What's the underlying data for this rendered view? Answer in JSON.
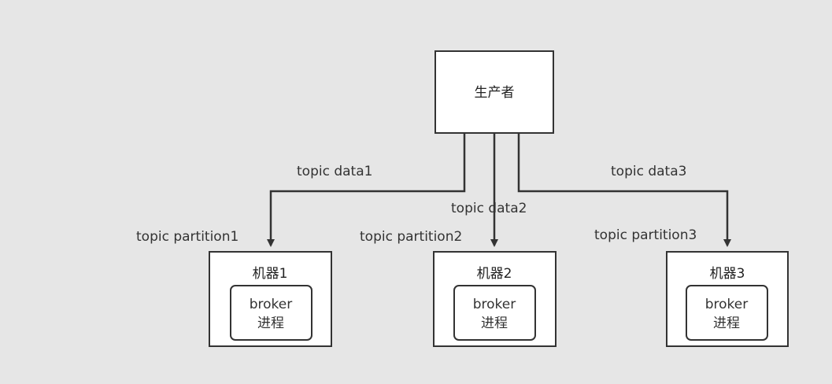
{
  "producer": {
    "label": "生产者"
  },
  "flows": [
    {
      "data_label": "topic data1",
      "partition_label": "topic partition1"
    },
    {
      "data_label": "topic data2",
      "partition_label": "topic partition2"
    },
    {
      "data_label": "topic data3",
      "partition_label": "topic partition3"
    }
  ],
  "machines": [
    {
      "label": "机器1",
      "broker_line1": "broker",
      "broker_line2": "进程"
    },
    {
      "label": "机器2",
      "broker_line1": "broker",
      "broker_line2": "进程"
    },
    {
      "label": "机器3",
      "broker_line1": "broker",
      "broker_line2": "进程"
    }
  ],
  "colors": {
    "background": "#e6e6e6",
    "box_fill": "#ffffff",
    "stroke": "#333333"
  }
}
